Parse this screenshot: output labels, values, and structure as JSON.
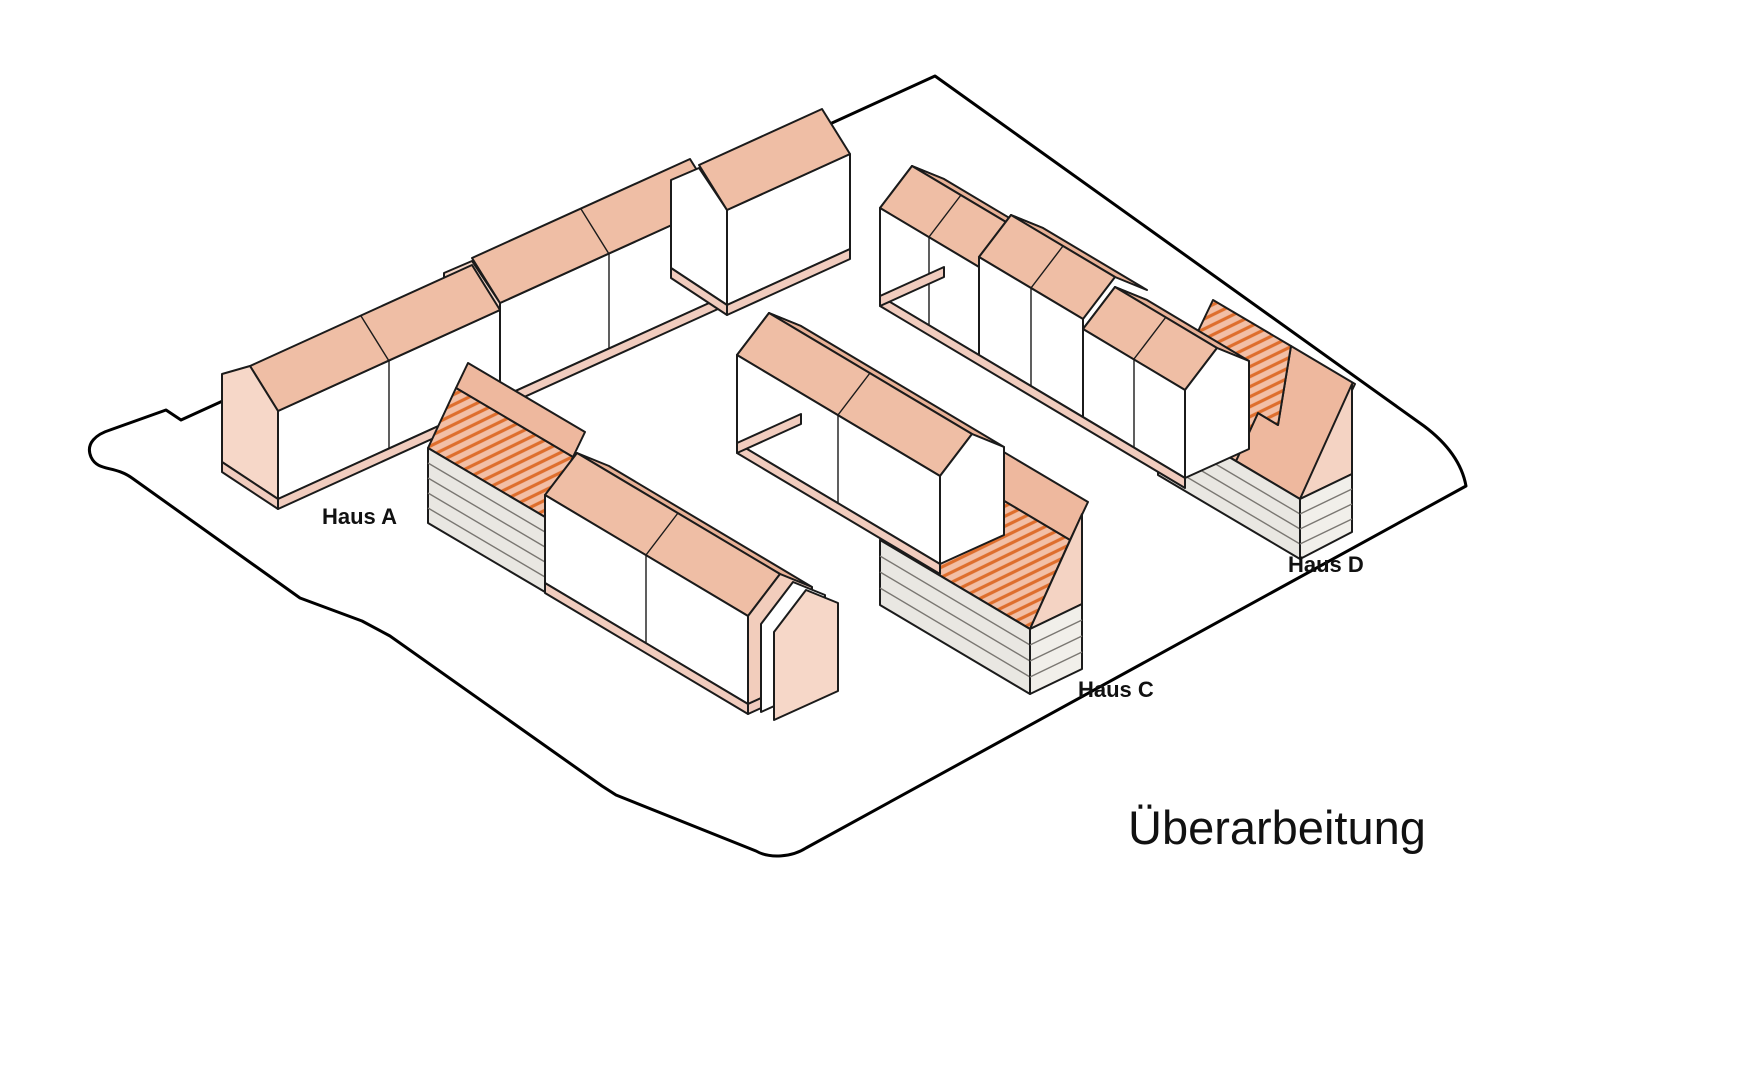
{
  "title": "Überarbeitung",
  "buildings": {
    "haus_a": {
      "label": "Haus A"
    },
    "haus_c": {
      "label": "Haus C"
    },
    "haus_d": {
      "label": "Haus D"
    }
  },
  "colors": {
    "outline": "#1b1b1b",
    "site_boundary": "#000000",
    "facade_white": "#ffffff",
    "roof_salmon": "#efbea5",
    "roof_back_salmon": "#e8b196",
    "gable_pink": "#f6d7c8",
    "plinth_pink": "#f1ccbe",
    "base_gray": "#e9e7e2",
    "base_gray_end": "#f1efea",
    "upper_roof_salmon": "#eeb89e",
    "hatch_fill": "#f2bfa6",
    "hatch_line": "#de6e2d",
    "text": "#111111"
  }
}
